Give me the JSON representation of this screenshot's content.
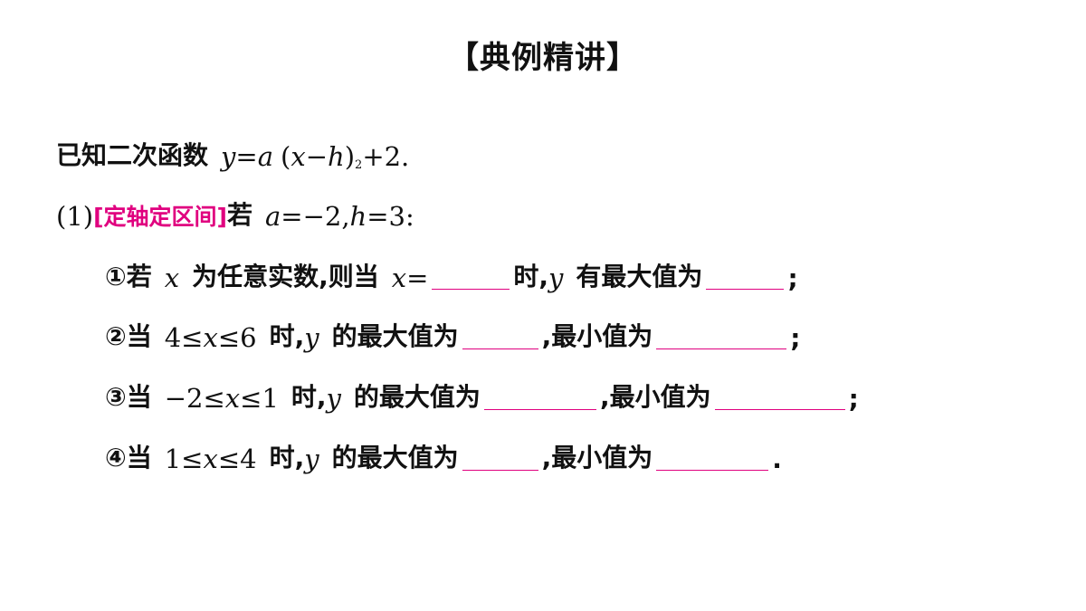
{
  "title": "【典例精讲】",
  "stem": {
    "text": "已知二次函数",
    "y": "y",
    "eq": "=",
    "a": "a",
    "lp": "(",
    "x": "x",
    "minus": "−",
    "h": "h",
    "rp": ")",
    "exp": "2",
    "plus2": "+2."
  },
  "part1": {
    "num": "(1)",
    "tag": "[定轴定区间]",
    "ruo": "若",
    "a": "a",
    "aval": "=−2,",
    "h": "h",
    "hval": "=3:"
  },
  "q1": {
    "mark": "①若",
    "x": "x",
    "t1": "为任意实数,则当",
    "x2": "x",
    "eq": "=",
    "t2": "时,",
    "y": "y",
    "t3": "有最大值为",
    "end": ";"
  },
  "q2": {
    "mark": "②当",
    "lo": "4≤",
    "x": "x",
    "hi": "≤6",
    "t1": "时,",
    "y": "y",
    "t2": "的最大值为",
    "t3": ",最小值为",
    "end": ";"
  },
  "q3": {
    "mark": "③当",
    "lo": "−2≤",
    "x": "x",
    "hi": "≤1",
    "t1": "时,",
    "y": "y",
    "t2": "的最大值为",
    "t3": ",最小值为",
    "end": ";"
  },
  "q4": {
    "mark": "④当",
    "lo": "1≤",
    "x": "x",
    "hi": "≤4",
    "t1": "时,",
    "y": "y",
    "t2": "的最大值为",
    "t3": ",最小值为",
    "end": "."
  },
  "colors": {
    "accent": "#e0007f",
    "text": "#111111"
  }
}
